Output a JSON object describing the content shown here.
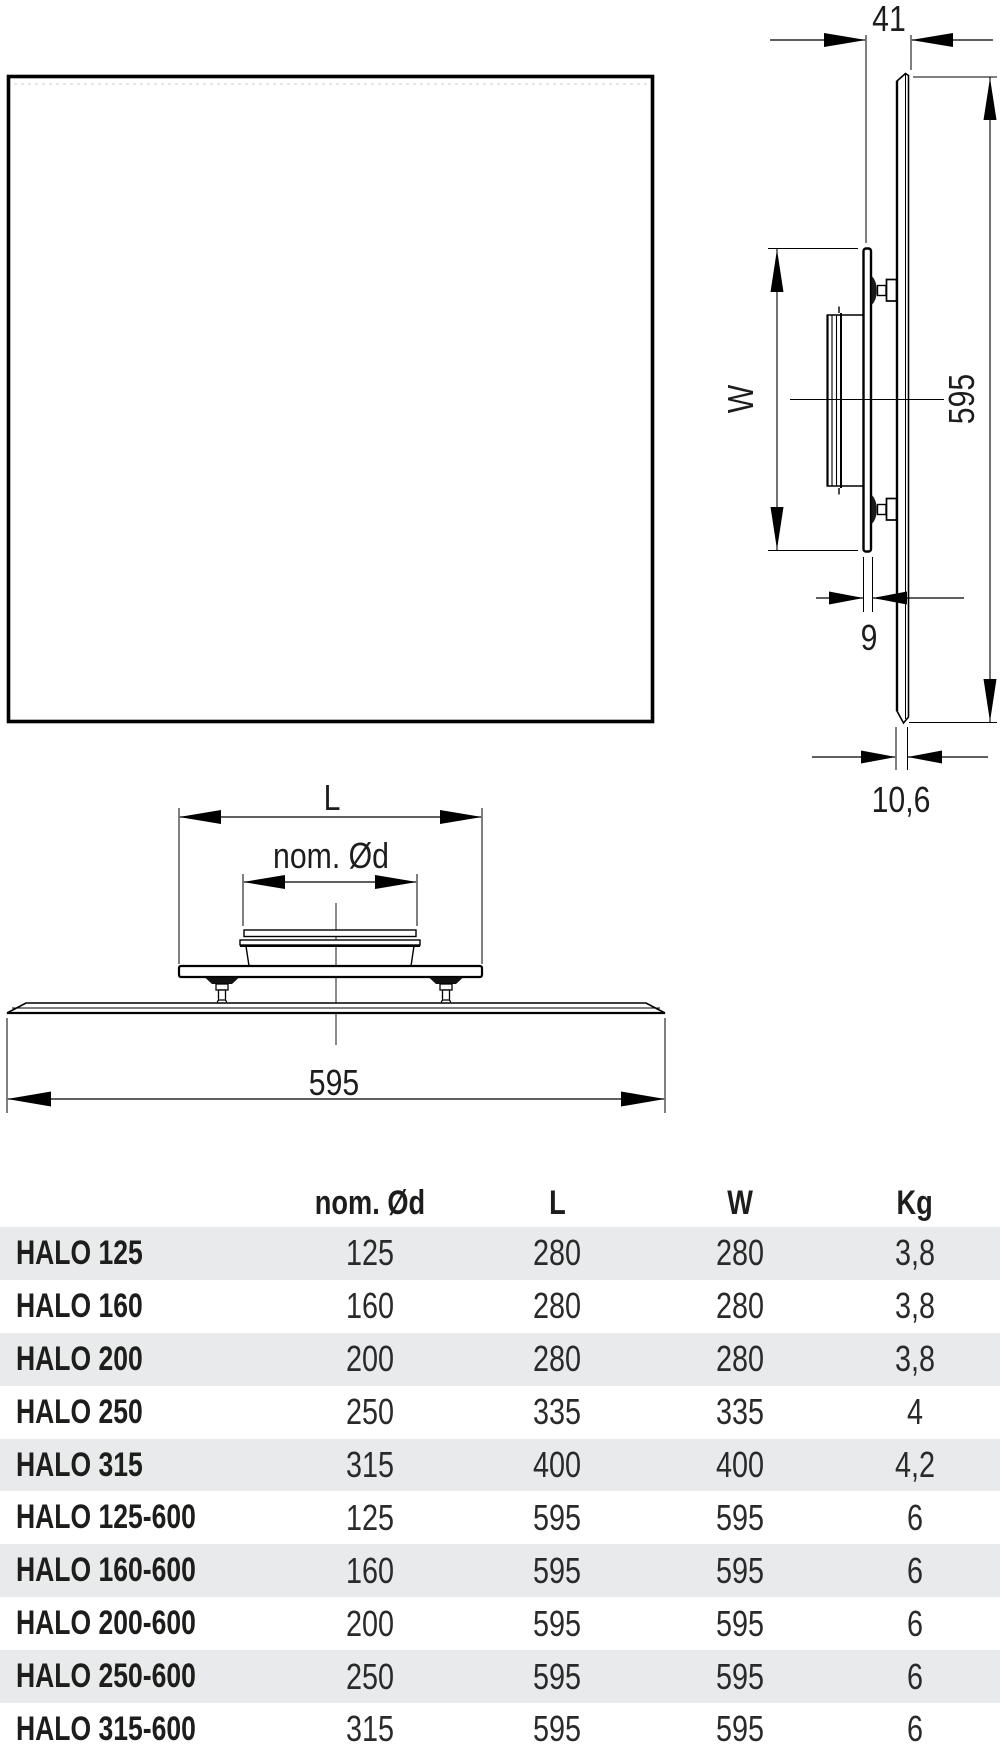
{
  "colors": {
    "line": "#000000",
    "text": "#1d1d1b",
    "row_stripe": "#e8eaeb",
    "faint_dashed": "#d6d6d6"
  },
  "drawing": {
    "side_view": {
      "depth": "41",
      "height": "595",
      "width_label": "W",
      "flange_offset": "9",
      "panel_thickness": "10,6"
    },
    "bottom_view": {
      "length_label": "L",
      "spigot_label": "nom. Ød",
      "width": "595"
    }
  },
  "table": {
    "headers": {
      "name": "",
      "nom_od": "nom. Ød",
      "l": "L",
      "w": "W",
      "kg": "Kg"
    },
    "rows": [
      {
        "name": "HALO 125",
        "nom_od": "125",
        "l": "280",
        "w": "280",
        "kg": "3,8"
      },
      {
        "name": "HALO 160",
        "nom_od": "160",
        "l": "280",
        "w": "280",
        "kg": "3,8"
      },
      {
        "name": "HALO 200",
        "nom_od": "200",
        "l": "280",
        "w": "280",
        "kg": "3,8"
      },
      {
        "name": "HALO 250",
        "nom_od": "250",
        "l": "335",
        "w": "335",
        "kg": "4"
      },
      {
        "name": "HALO 315",
        "nom_od": "315",
        "l": "400",
        "w": "400",
        "kg": "4,2"
      },
      {
        "name": "HALO 125-600",
        "nom_od": "125",
        "l": "595",
        "w": "595",
        "kg": "6"
      },
      {
        "name": "HALO 160-600",
        "nom_od": "160",
        "l": "595",
        "w": "595",
        "kg": "6"
      },
      {
        "name": "HALO 200-600",
        "nom_od": "200",
        "l": "595",
        "w": "595",
        "kg": "6"
      },
      {
        "name": "HALO 250-600",
        "nom_od": "250",
        "l": "595",
        "w": "595",
        "kg": "6"
      },
      {
        "name": "HALO 315-600",
        "nom_od": "315",
        "l": "595",
        "w": "595",
        "kg": "6"
      }
    ]
  }
}
